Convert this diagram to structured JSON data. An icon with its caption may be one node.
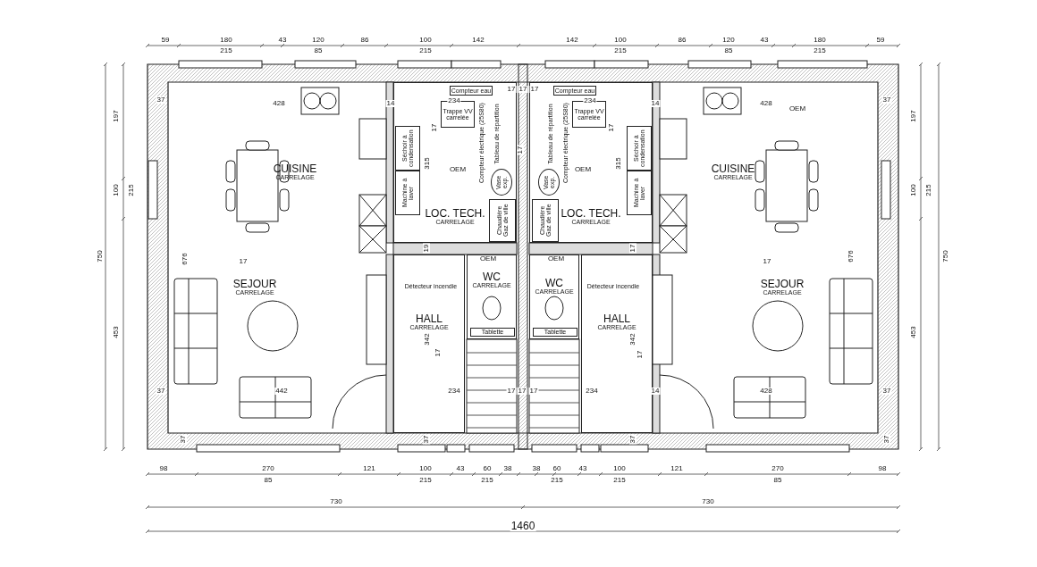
{
  "diagram": {
    "nodes": [
      {
        "text": [
          "CUISINE",
          "CARRELAGE"
        ]
      },
      {
        "text": [
          "SEJOUR",
          "CARRELAGE"
        ]
      },
      {
        "text": [
          "LOC. TECH.",
          "CARRELAGE"
        ]
      },
      {
        "text": [
          "Compteur eau"
        ],
        "in": 2
      },
      {
        "text": [
          "Trappe VV carrelée"
        ],
        "in": 2
      },
      {
        "text": [
          "Séchoir à condensation"
        ],
        "in": 2
      },
      {
        "text": [
          "Machine à laver"
        ],
        "in": 2
      },
      {
        "text": [
          "Chaudière Gaz de ville"
        ],
        "in": 2
      },
      {
        "text": [
          "Vase exp."
        ],
        "in": 2
      },
      {
        "text": [
          "WC",
          "CARRELAGE"
        ]
      },
      {
        "text": [
          "Tablette"
        ],
        "in": 9
      },
      {
        "text": [
          "HALL",
          "CARRELAGE"
        ]
      },
      {
        "text": [
          "CUISINE",
          "CARRELAGE"
        ]
      },
      {
        "text": [
          "SEJOUR",
          "CARRELAGE"
        ]
      },
      {
        "text": [
          "LOC. TECH.",
          "CARRELAGE"
        ]
      },
      {
        "text": [
          "Compteur eau"
        ],
        "in": 14
      },
      {
        "text": [
          "Trappe VV carrelée"
        ],
        "in": 14
      },
      {
        "text": [
          "Séchoir à condensation"
        ],
        "in": 14
      },
      {
        "text": [
          "Machine à laver"
        ],
        "in": 14
      },
      {
        "text": [
          "Chaudière Gaz de ville"
        ],
        "in": 14
      },
      {
        "text": [
          "Vase exp."
        ],
        "in": 14
      },
      {
        "text": [
          "WC",
          "CARRELAGE"
        ]
      },
      {
        "text": [
          "Tablette"
        ],
        "in": 21
      },
      {
        "text": [
          "HALL",
          "CARRELAGE"
        ]
      }
    ],
    "labels": [
      "59",
      "180",
      "43",
      "120",
      "86",
      "100",
      "142",
      "142",
      "100",
      "86",
      "120",
      "43",
      "180",
      "59",
      "215",
      "85",
      "215",
      "215",
      "85",
      "215",
      "197",
      "100",
      "215",
      "453",
      "750",
      "197",
      "100",
      "215",
      "453",
      "750",
      "37",
      "428",
      "14",
      "234",
      "17",
      "17",
      "17",
      "17",
      "17",
      "Compteur électrique (25S80)",
      "Tableau de répartition",
      "315",
      "OEM",
      "19",
      "234",
      "17",
      "17",
      "17",
      "14",
      "428",
      "37",
      "Tableau de répartition",
      "Compteur électrique (25S80)",
      "315",
      "OEM",
      "OEM",
      "17",
      "676",
      "OEM",
      "Détecteur incendie",
      "OEM",
      "Détecteur incendie",
      "676",
      "17",
      "17",
      "342",
      "342",
      "17",
      "37",
      "442",
      "234",
      "17",
      "17",
      "234",
      "14",
      "428",
      "37",
      "37",
      "37",
      "37",
      "37",
      "98",
      "270",
      "121",
      "100",
      "43",
      "60",
      "38",
      "38",
      "60",
      "43",
      "100",
      "121",
      "270",
      "98",
      "85",
      "215",
      "215",
      "215",
      "215",
      "85",
      "730",
      "730",
      "1460"
    ]
  }
}
